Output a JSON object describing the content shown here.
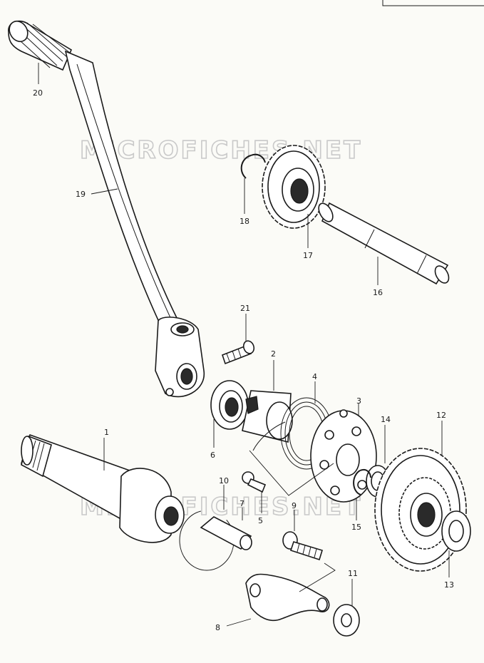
{
  "watermarks": [
    "MICROFICHES.NET",
    "MICROFICHES.NET"
  ],
  "callouts": [
    {
      "id": "c1",
      "text": "1"
    },
    {
      "id": "c2",
      "text": "2"
    },
    {
      "id": "c3",
      "text": "3"
    },
    {
      "id": "c4",
      "text": "4"
    },
    {
      "id": "c5",
      "text": "5"
    },
    {
      "id": "c6",
      "text": "6"
    },
    {
      "id": "c7",
      "text": "7"
    },
    {
      "id": "c8",
      "text": "8"
    },
    {
      "id": "c9",
      "text": "9"
    },
    {
      "id": "c10",
      "text": "10"
    },
    {
      "id": "c11",
      "text": "11"
    },
    {
      "id": "c12",
      "text": "12"
    },
    {
      "id": "c13",
      "text": "13"
    },
    {
      "id": "c14",
      "text": "14"
    },
    {
      "id": "c15",
      "text": "15"
    },
    {
      "id": "c16",
      "text": "16"
    },
    {
      "id": "c17",
      "text": "17"
    },
    {
      "id": "c18",
      "text": "18"
    },
    {
      "id": "c19",
      "text": "19"
    },
    {
      "id": "c20",
      "text": "20"
    },
    {
      "id": "c21",
      "text": "21"
    }
  ]
}
